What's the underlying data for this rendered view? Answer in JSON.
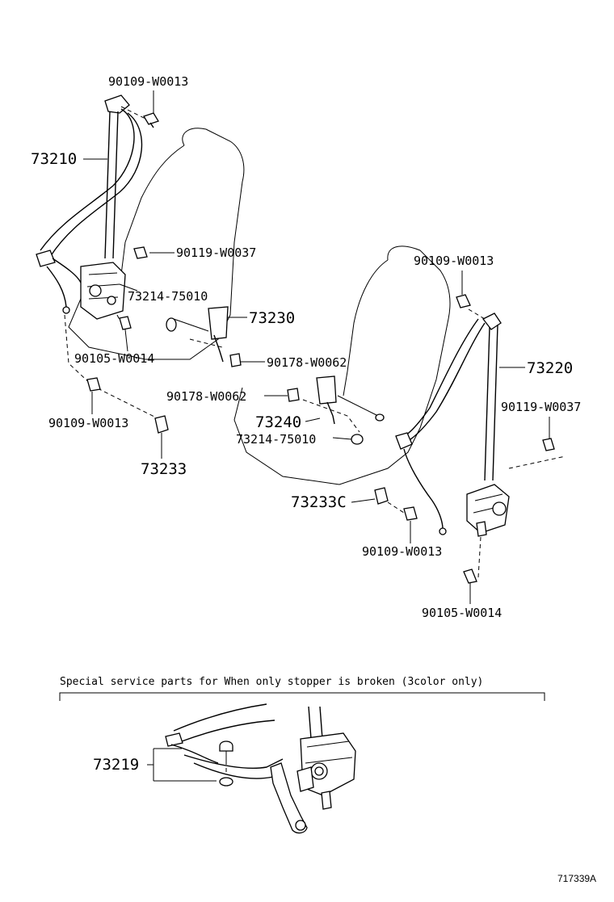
{
  "labels": {
    "l1": "90109-W0013",
    "l2": "73210",
    "l3": "90119-W0037",
    "l4": "73214-75010",
    "l5": "73230",
    "l6": "90105-W0014",
    "l7": "90178-W0062",
    "l8": "90109-W0013",
    "l9": "73233",
    "l10": "90178-W0062",
    "l11": "73240",
    "l12": "73214-75010",
    "l13": "90109-W0013",
    "l14": "73220",
    "l15": "90119-W0037",
    "l16": "73233C",
    "l17": "90109-W0013",
    "l18": "90105-W0014",
    "l19": "73219"
  },
  "note": "Special  service parts  for  When  only  stopper  is  broken  (3color only)",
  "ref_code": "717339A"
}
